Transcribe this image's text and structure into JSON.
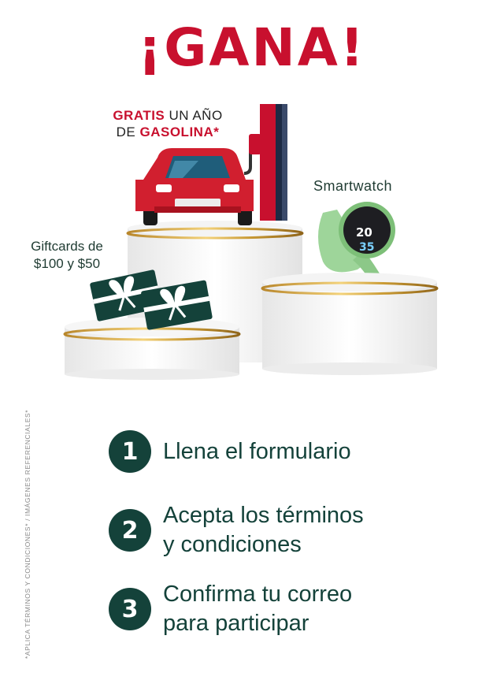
{
  "headline": "¡GANA!",
  "prizes": {
    "fuel": {
      "line1_bold": "GRATIS",
      "line1_rest": " UN AÑO",
      "line2_pre": "DE ",
      "line2_bold": "GASOLINA*"
    },
    "smartwatch": "Smartwatch",
    "watch_face": {
      "top": "20",
      "bottom": "35"
    },
    "giftcards": {
      "line1": "Giftcards de",
      "line2": "$100 y $50"
    }
  },
  "disclaimer": "*APLICA TÉRMINOS Y CONDICIONES* / IMÁGENES REFERENCIALES*",
  "steps": [
    {
      "num": "1",
      "line1": "Llena el formulario",
      "line2": ""
    },
    {
      "num": "2",
      "line1": "Acepta los términos",
      "line2": "y condiciones"
    },
    {
      "num": "3",
      "line1": "Confirma tu correo",
      "line2": "para participar"
    }
  ],
  "colors": {
    "brand_red": "#c8102e",
    "dark_green": "#14423a",
    "gold": "#c9a227"
  }
}
